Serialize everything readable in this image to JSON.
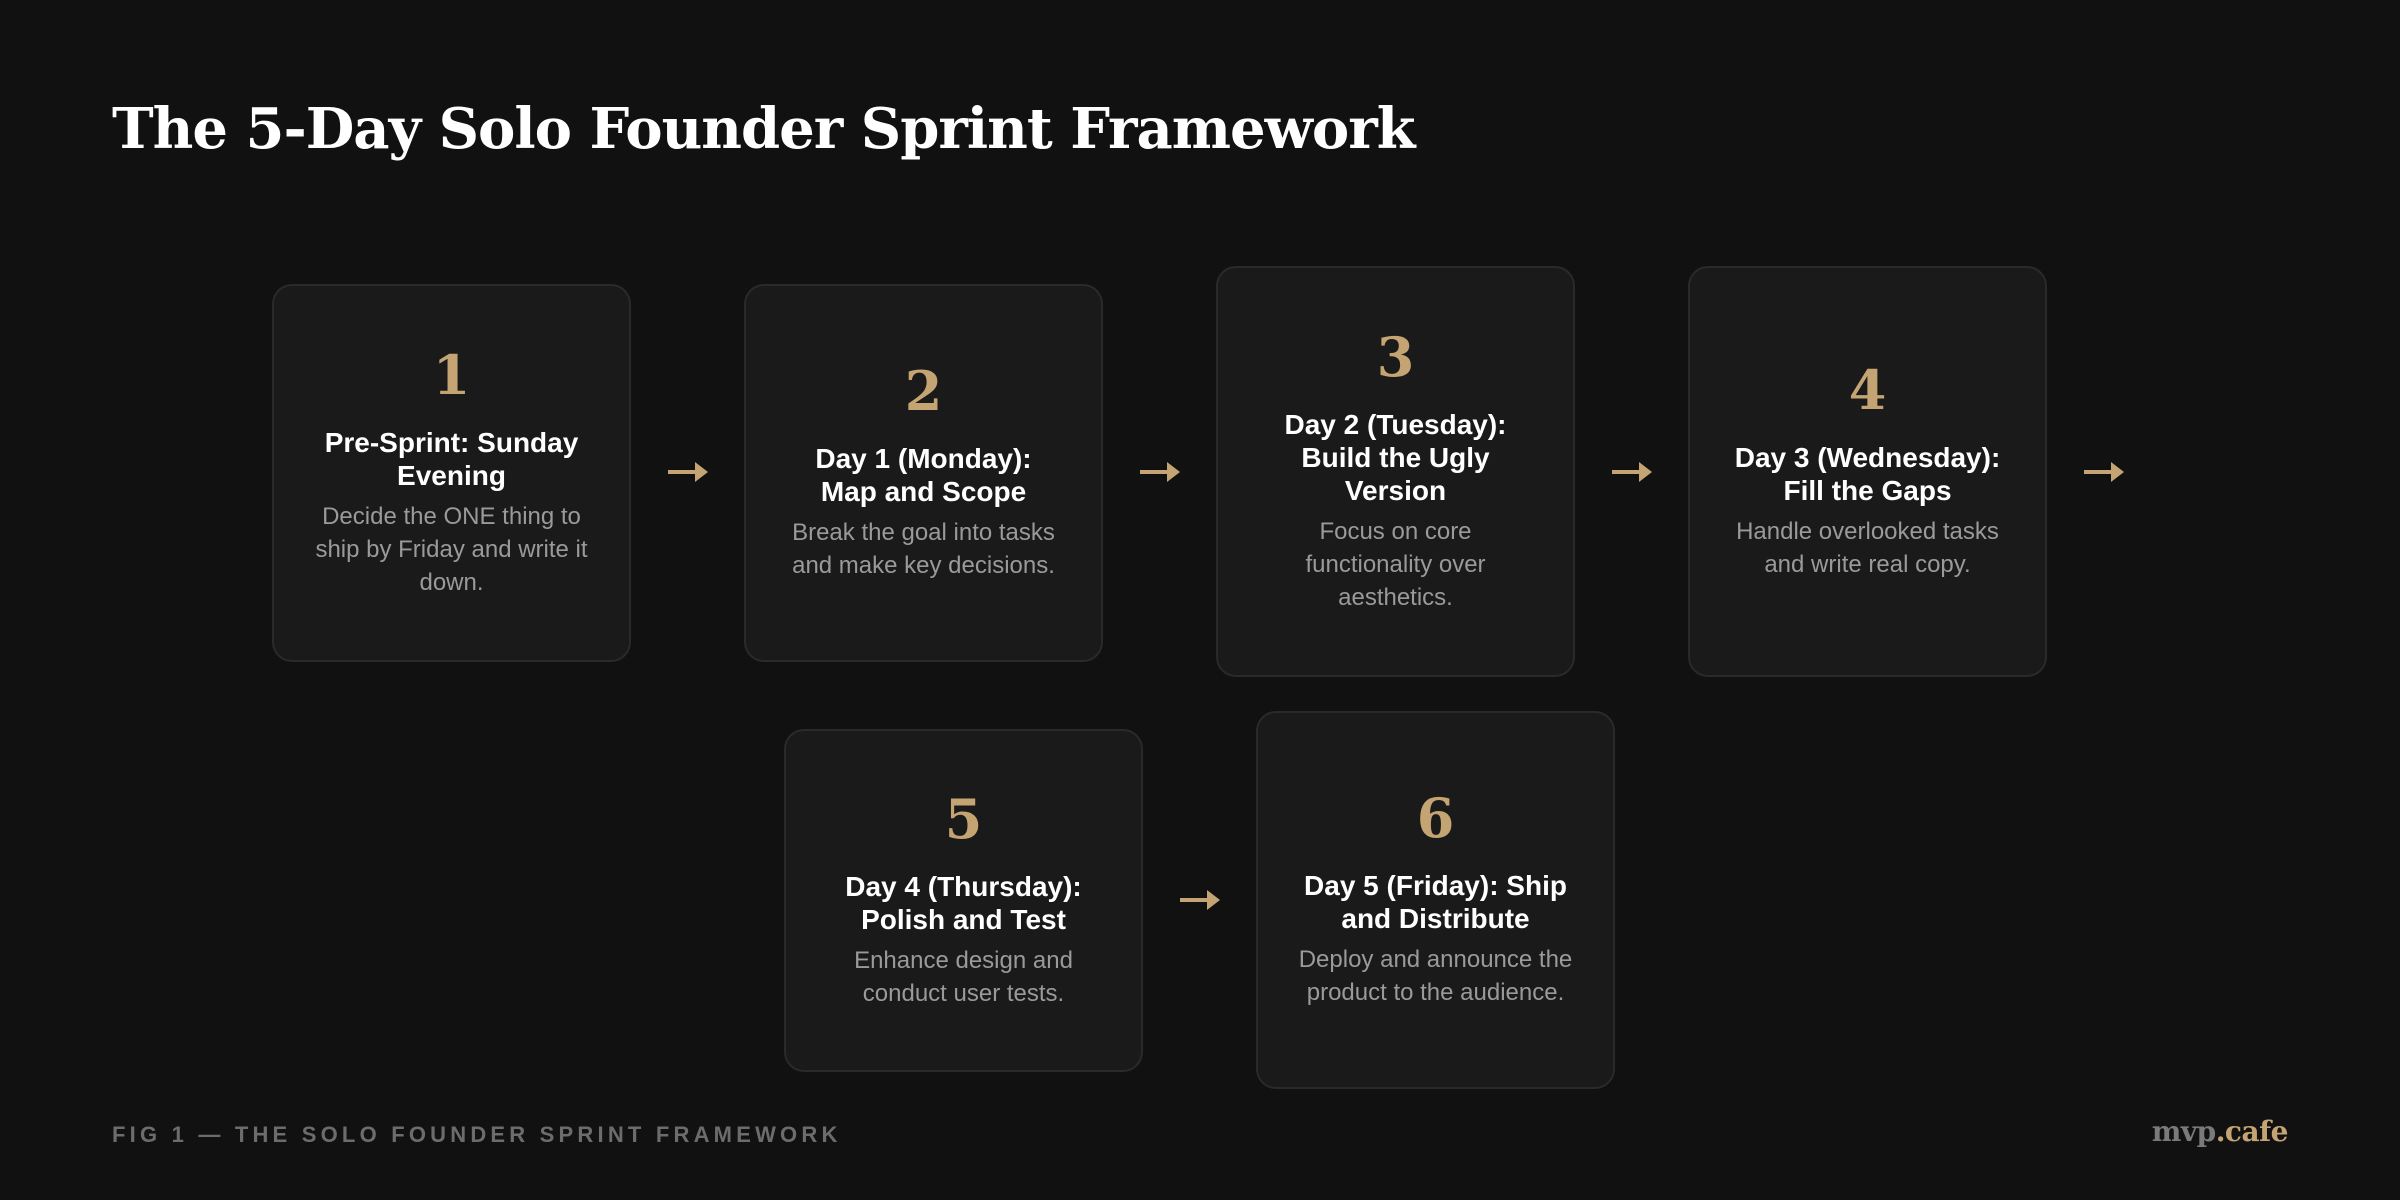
{
  "header": {
    "title": "The 5-Day Solo Founder Sprint Framework"
  },
  "colors": {
    "background": "#111111",
    "card": "#1a1a1a",
    "card_border": "#2a2a2a",
    "accent_gold": "#c4a472",
    "title_text": "#ffffff",
    "body_text": "#9a9a9a",
    "caption_text": "#6c6c6c"
  },
  "steps": [
    {
      "number": "1",
      "title": "Pre-Sprint: Sunday Evening",
      "description": "Decide the ONE thing to ship by Friday and write it down."
    },
    {
      "number": "2",
      "title": "Day 1 (Monday): Map and Scope",
      "description": "Break the goal into tasks and make key decisions."
    },
    {
      "number": "3",
      "title": "Day 2 (Tuesday): Build the Ugly Version",
      "description": "Focus on core functionality over aesthetics."
    },
    {
      "number": "4",
      "title": "Day 3 (Wednesday): Fill the Gaps",
      "description": "Handle overlooked tasks and write real copy."
    },
    {
      "number": "5",
      "title": "Day 4 (Thursday): Polish and Test",
      "description": "Enhance design and conduct user tests."
    },
    {
      "number": "6",
      "title": "Day 5 (Friday): Ship and Distribute",
      "description": "Deploy and announce the product to the audience."
    }
  ],
  "connectors": [
    {
      "from": "1",
      "to": "2",
      "icon": "arrow-right-icon"
    },
    {
      "from": "2",
      "to": "3",
      "icon": "arrow-right-icon"
    },
    {
      "from": "3",
      "to": "4",
      "icon": "arrow-right-icon"
    },
    {
      "from": "4",
      "to": "5",
      "icon": "arrow-right-icon"
    },
    {
      "from": "5",
      "to": "6",
      "icon": "arrow-right-icon"
    }
  ],
  "footer": {
    "caption": "FIG 1 — THE SOLO FOUNDER SPRINT FRAMEWORK",
    "logo_part1": "mvp",
    "logo_part2": ".cafe"
  }
}
